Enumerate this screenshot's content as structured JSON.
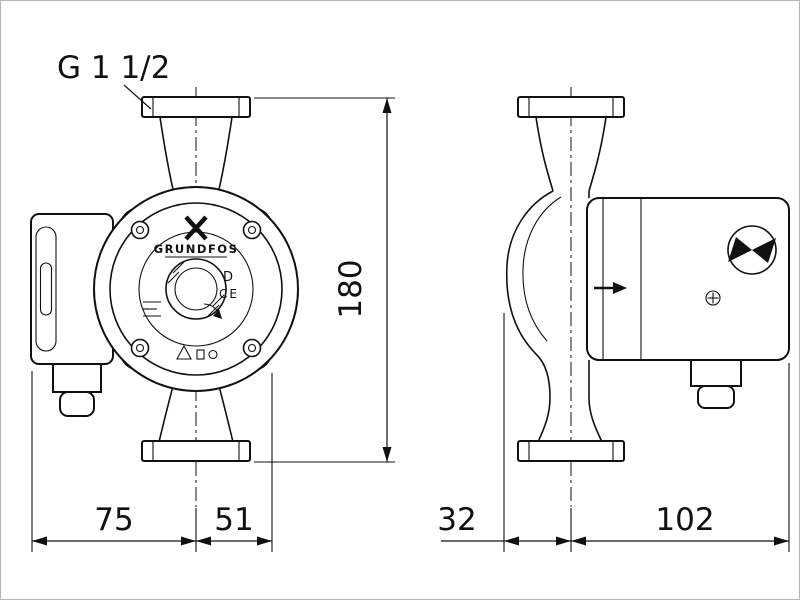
{
  "drawing": {
    "labels": {
      "thread": "G 1 1/2",
      "brand": "GRUNDFOS",
      "approval_d": "D",
      "ce": "CE"
    },
    "dimensions": {
      "height": "180",
      "width_left": "75",
      "width_right": "51",
      "depth_front": "32",
      "depth_rear": "102"
    },
    "colors": {
      "line": "#111111",
      "background": "#ffffff"
    }
  }
}
